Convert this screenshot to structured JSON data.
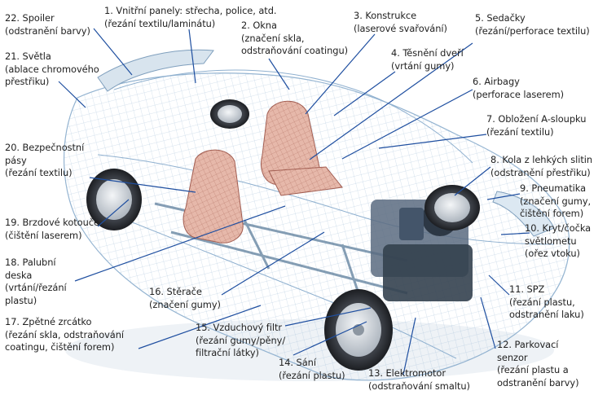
{
  "callouts": [
    {
      "num": 1,
      "text": "1. Vnitřní panely: střecha, police, atd.\n(řezání textilu/laminátu)"
    },
    {
      "num": 2,
      "text": "2. Okna\n(značení skla,\nodstraňování coatingu)"
    },
    {
      "num": 3,
      "text": "3. Konstrukce\n(laserové svařování)"
    },
    {
      "num": 4,
      "text": "4. Těsnění dveří\n(vrtání gumy)"
    },
    {
      "num": 5,
      "text": "5. Sedačky\n(řezání/perforace textilu)"
    },
    {
      "num": 6,
      "text": "6. Airbagy\n(perforace laserem)"
    },
    {
      "num": 7,
      "text": "7. Obložení A-sloupku\n(řezání textilu)"
    },
    {
      "num": 8,
      "text": "8. Kola z lehkých slitin\n(odstranění přestřiku)"
    },
    {
      "num": 9,
      "text": "9. Pneumatika\n(značení gumy,\nčištění forem)"
    },
    {
      "num": 10,
      "text": "10. Kryt/čočka\nsvětlometu\n(ořez vtoku)"
    },
    {
      "num": 11,
      "text": "11. SPZ\n(řezání plastu,\nodstranění laku)"
    },
    {
      "num": 12,
      "text": "12. Parkovací\nsenzor\n(řezání plastu a\nodstranění barvy)"
    },
    {
      "num": 13,
      "text": "13. Elektromotor\n(odstraňování smaltu)"
    },
    {
      "num": 14,
      "text": "14. Sání\n(řezání plastu)"
    },
    {
      "num": 15,
      "text": "15. Vzduchový filtr\n(řezání gumy/pěny/\nfiltrační látky)"
    },
    {
      "num": 16,
      "text": "16. Stěrače\n(značení gumy)"
    },
    {
      "num": 17,
      "text": "17. Zpětné zrcátko\n(řezání skla, odstraňování\ncoatingu, čištění forem)"
    },
    {
      "num": 18,
      "text": "18. Palubní\ndeska\n(vrtání/řezání\nplastu)"
    },
    {
      "num": 19,
      "text": "19. Brzdové kotouče\n(čištění laserem)"
    },
    {
      "num": 20,
      "text": "20. Bezpečnostní\npásy\n(řezání textilu)"
    },
    {
      "num": 21,
      "text": "21. Světla\n(ablace chromového\npřestřiku)"
    },
    {
      "num": 22,
      "text": "22. Spoiler\n(odstranění barvy)"
    }
  ],
  "colors": {
    "text": "#222222",
    "leader": "#1f4fa0",
    "body_wire": "#9fb9d2",
    "seat_fill": "#e3b5a8",
    "seat_wire": "#b06b5c",
    "frame": "#5d7e9c",
    "engine": "#3c4c60",
    "tire": "#2a2d33",
    "rim": "#d9dde2"
  }
}
